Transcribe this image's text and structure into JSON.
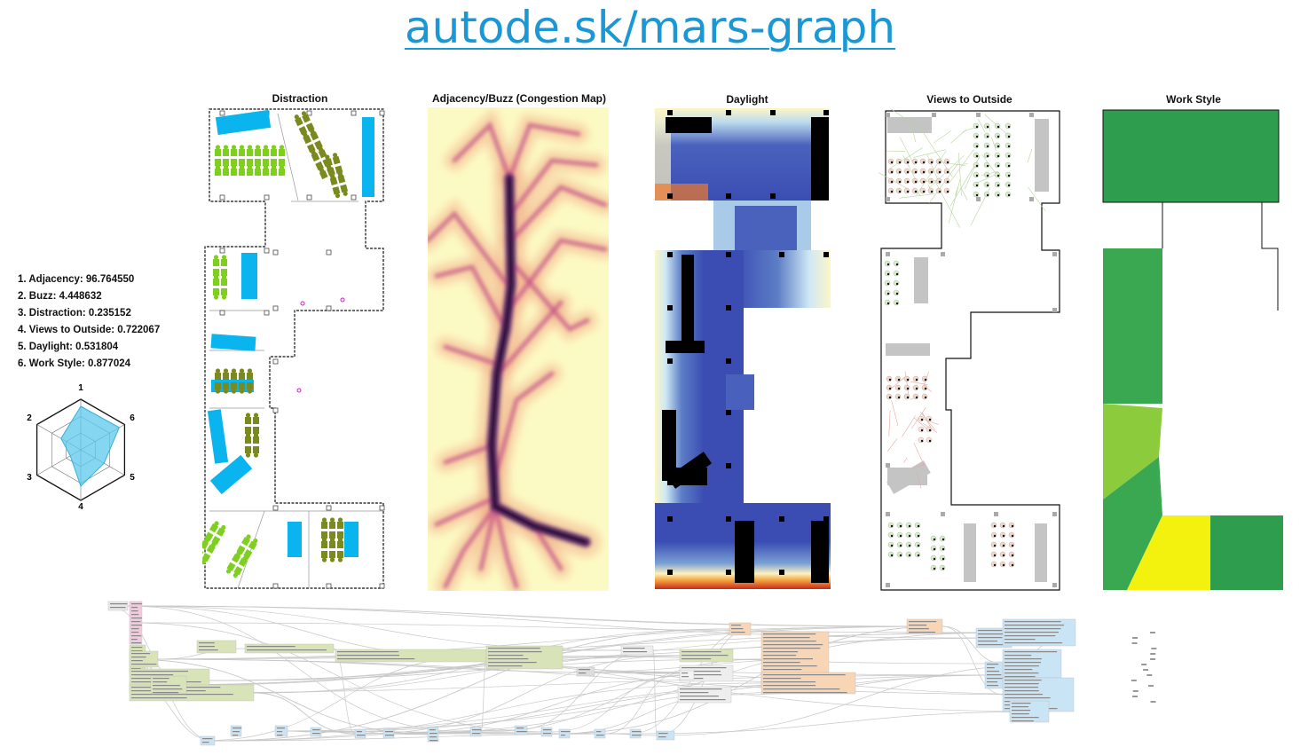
{
  "header": {
    "link_text": "autode.sk/mars-graph"
  },
  "panels": {
    "distraction": {
      "title": "Distraction"
    },
    "adjacency": {
      "title": "Adjacency/Buzz (Congestion Map)"
    },
    "daylight": {
      "title": "Daylight"
    },
    "views": {
      "title": "Views to Outside"
    },
    "workstyle": {
      "title": "Work Style"
    }
  },
  "metrics": [
    {
      "label": "1. Adjacency: 96.764550"
    },
    {
      "label": "2. Buzz: 4.448632"
    },
    {
      "label": "3. Distraction: 0.235152"
    },
    {
      "label": "4. Views to Outside: 0.722067"
    },
    {
      "label": "5. Daylight: 0.531804"
    },
    {
      "label": "6. Work Style: 0.877024"
    }
  ],
  "radar": {
    "axis_labels": [
      "1",
      "6",
      "5",
      "4",
      "3",
      "2"
    ],
    "values": [
      0.86,
      0.88,
      0.53,
      0.72,
      0.24,
      0.45
    ],
    "fill_color": "#5cc8ec"
  },
  "colors": {
    "link": "#1a98d5",
    "desk_blue": "#0ab4ef",
    "desk_green": "#7fcf1f",
    "desk_olive": "#7a8a1e",
    "daylight_blue": "#3b4db3",
    "work_green": "#2e9e4e",
    "work_yellow": "#f2f20e",
    "node_green": "#d8e4b8",
    "node_orange": "#f8d6b5",
    "node_blue": "#c8e4f5",
    "node_pink": "#f5c9dc"
  }
}
